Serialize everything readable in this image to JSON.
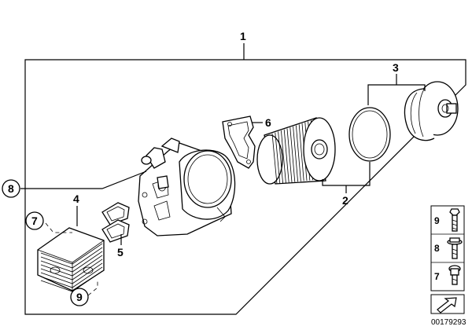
{
  "labels": {
    "l1": "1",
    "l2": "2",
    "l3": "3",
    "l4": "4",
    "l5": "5",
    "l6": "6",
    "l7": "7",
    "l8": "8",
    "l9": "9"
  },
  "legend": {
    "items": [
      {
        "number": "9",
        "icon": "bolt-long-icon"
      },
      {
        "number": "8",
        "icon": "bolt-flange-icon"
      },
      {
        "number": "7",
        "icon": "bolt-short-icon"
      }
    ]
  },
  "diagram_code": "00179293"
}
